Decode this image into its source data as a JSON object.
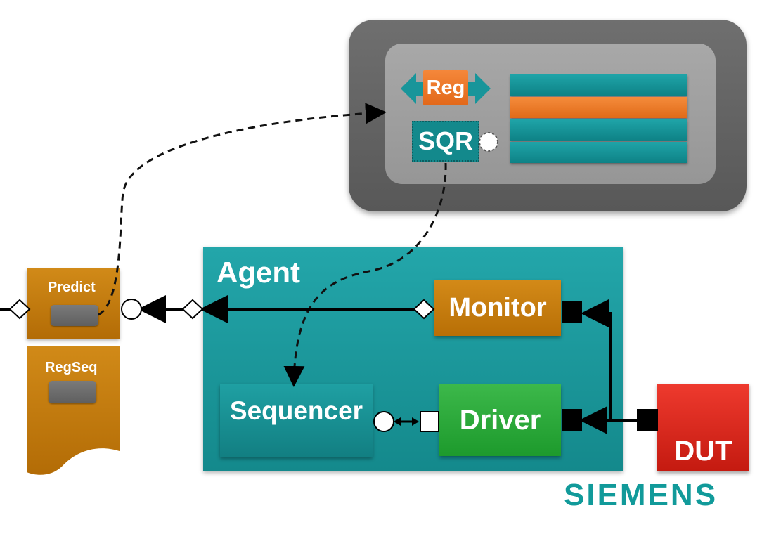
{
  "register_model": {
    "reg_label": "Reg",
    "sqr_label": "SQR"
  },
  "agent": {
    "label": "Agent",
    "monitor_label": "Monitor",
    "driver_label": "Driver",
    "sequencer_label": "Sequencer"
  },
  "dut_label": "DUT",
  "left_components": {
    "predict_label": "Predict",
    "regseq_label": "RegSeq"
  },
  "brand": "SIEMENS",
  "colors": {
    "teal": "#14898c",
    "orange": "#e06a18",
    "gold": "#b86f06",
    "green": "#1d9a2c",
    "red": "#c41a10",
    "brand": "#119a9a"
  }
}
